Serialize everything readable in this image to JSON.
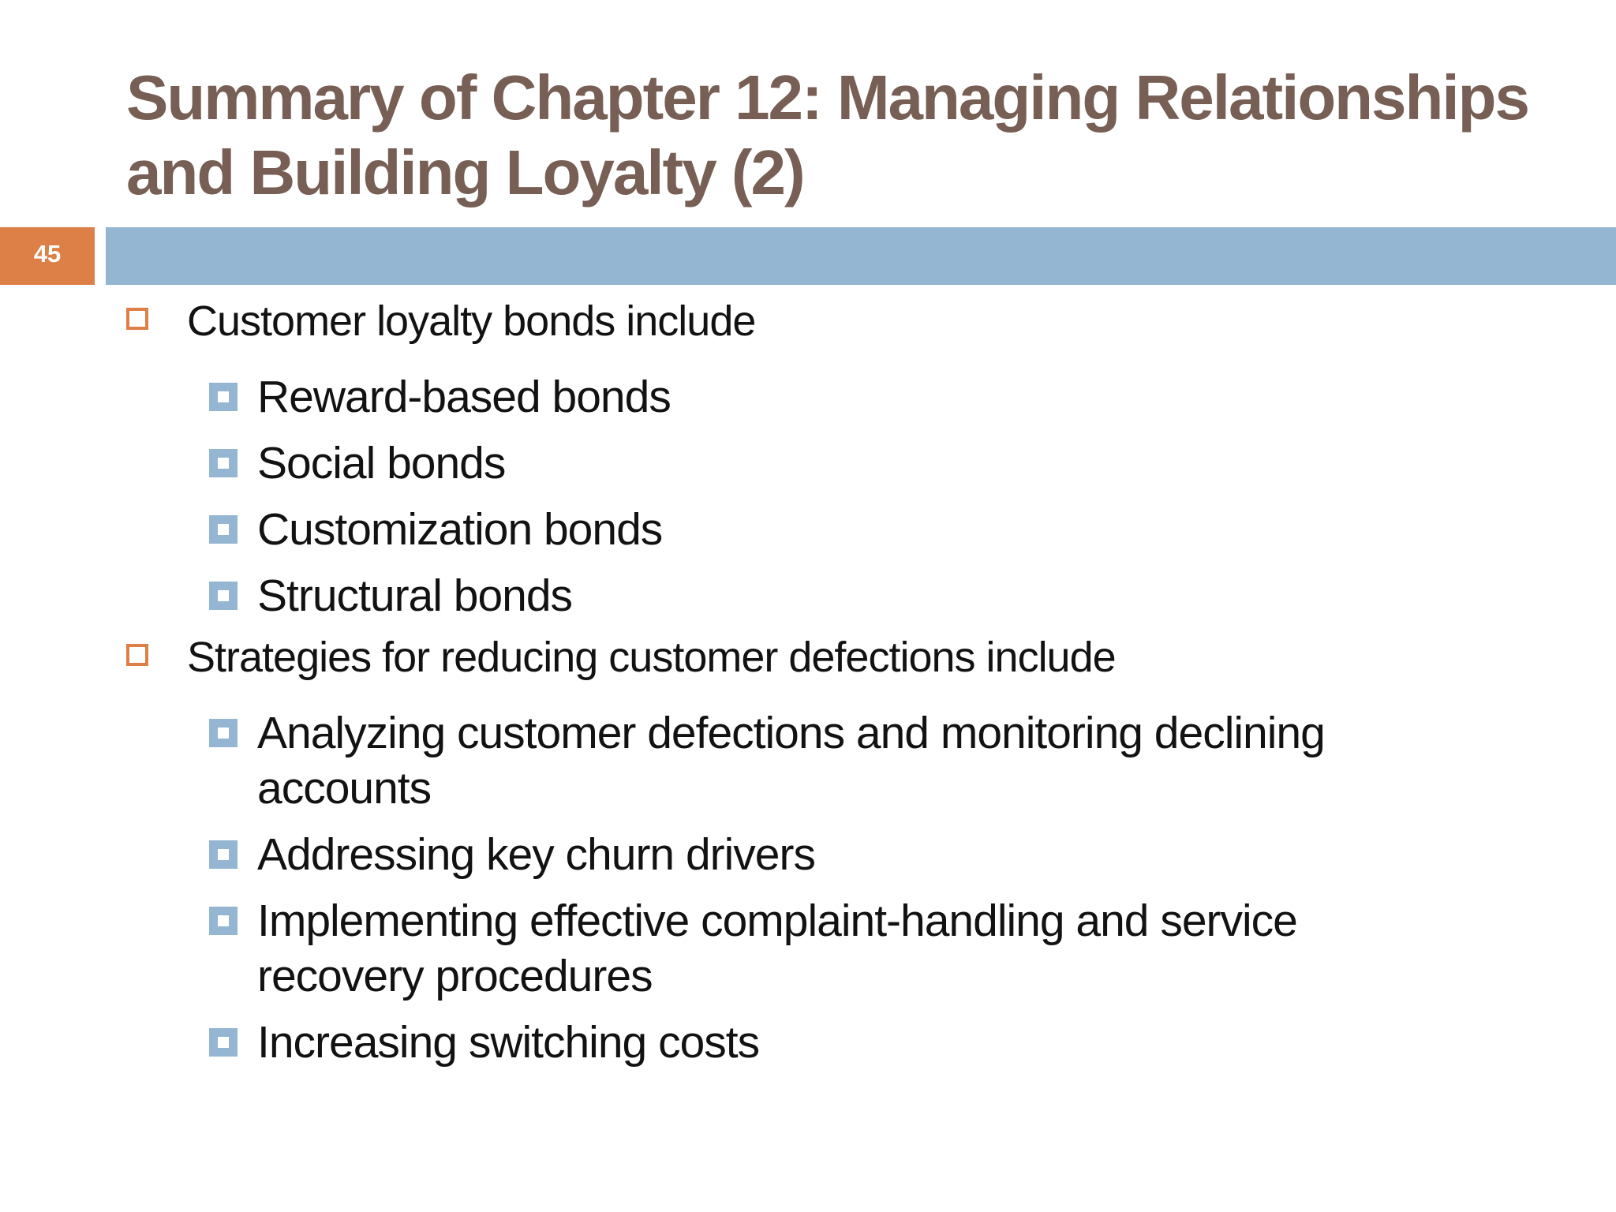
{
  "slide": {
    "number": "45",
    "title_lines": [
      "Summary of Chapter 12: Managing Relationships",
      "and Building Loyalty (2)"
    ],
    "bullets": [
      {
        "level": 1,
        "lines": [
          "Customer loyalty bonds include"
        ]
      },
      {
        "level": 2,
        "lines": [
          "Reward-based bonds"
        ]
      },
      {
        "level": 2,
        "lines": [
          "Social bonds"
        ]
      },
      {
        "level": 2,
        "lines": [
          "Customization bonds"
        ]
      },
      {
        "level": 2,
        "lines": [
          "Structural bonds"
        ]
      },
      {
        "level": 1,
        "lines": [
          "Strategies for reducing customer defections include"
        ]
      },
      {
        "level": 2,
        "lines": [
          "Analyzing customer defections and monitoring declining",
          "accounts"
        ]
      },
      {
        "level": 2,
        "lines": [
          "Addressing key churn drivers"
        ]
      },
      {
        "level": 2,
        "lines": [
          "Implementing effective complaint-handling and service",
          "recovery procedures"
        ]
      },
      {
        "level": 2,
        "lines": [
          "Increasing switching costs"
        ]
      }
    ]
  },
  "colors": {
    "accent_orange": "#DD8047",
    "accent_blue": "#94B6D2",
    "title_brown": "#775F55",
    "body_text": "#121212",
    "background": "#FFFFFF",
    "page_number_text": "#FFFFFF"
  }
}
